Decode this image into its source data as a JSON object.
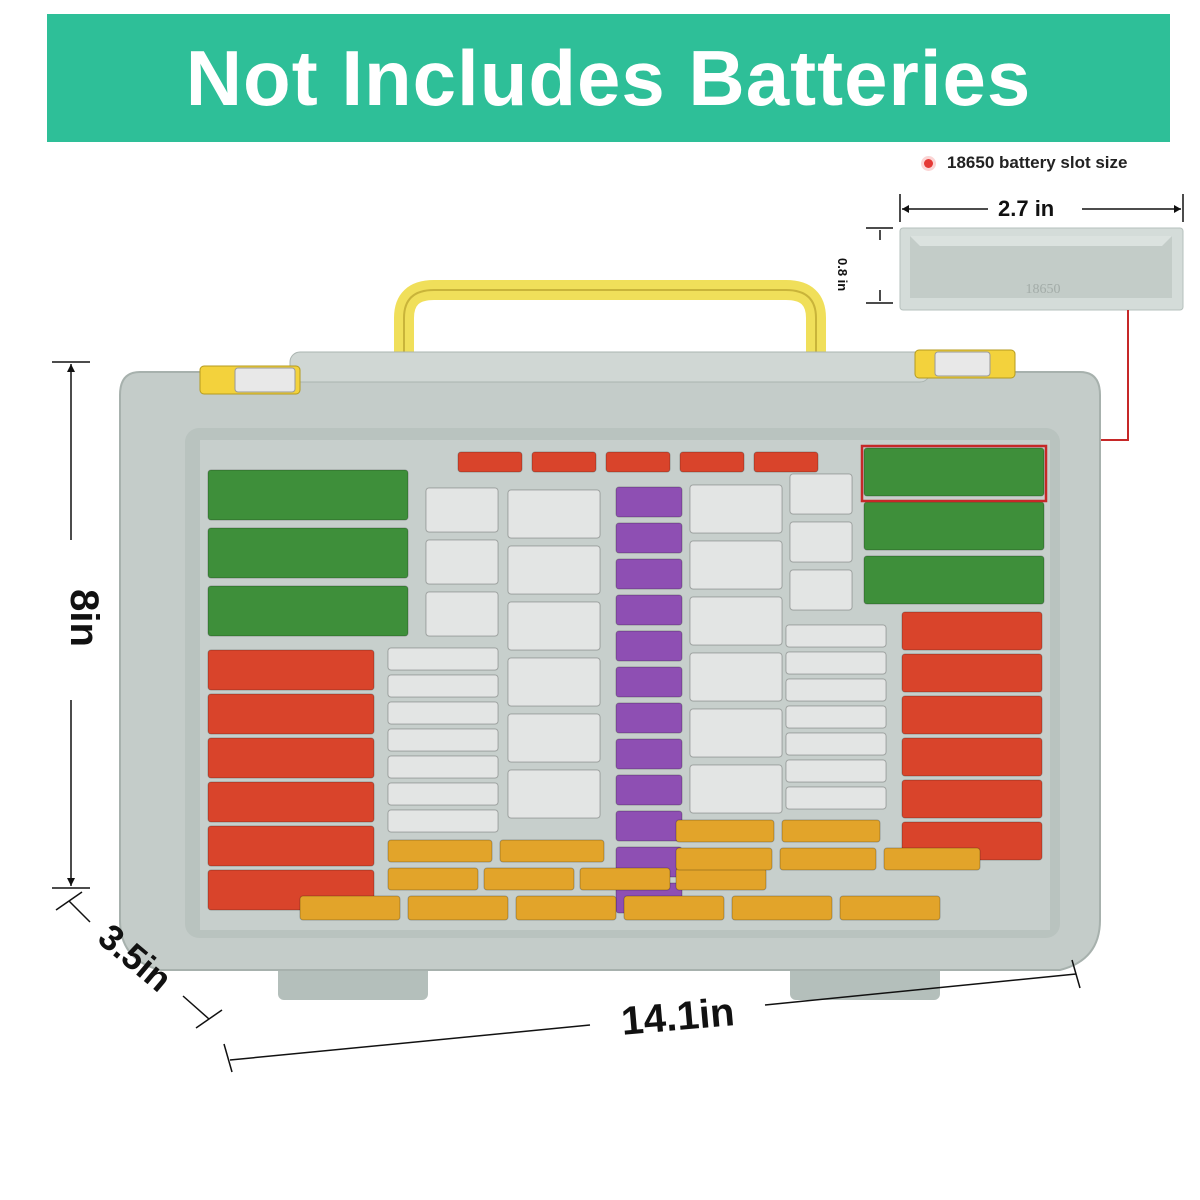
{
  "banner": {
    "text": "Not Includes Batteries",
    "bg": "#2ebf98"
  },
  "slot_note": {
    "text": "18650 battery slot size",
    "dot_color": "#e53935"
  },
  "slot_detail": {
    "width_label": "2.7 in",
    "height_label": "0.8 in",
    "engraving": "18650"
  },
  "dimensions": {
    "height": "8in",
    "depth": "3.5in",
    "width": "14.1in"
  },
  "colors": {
    "case": "#c9d2ce",
    "case_dark": "#a9b4b0",
    "handle": "#f0df5a",
    "latch": "#f3d23c",
    "highlight": "#c62828",
    "battery_green": "#3e8f3a",
    "battery_red": "#d9442b",
    "battery_gold": "#e2a42a",
    "battery_purple": "#8e4fb3",
    "battery_silver": "#e3e5e4"
  }
}
